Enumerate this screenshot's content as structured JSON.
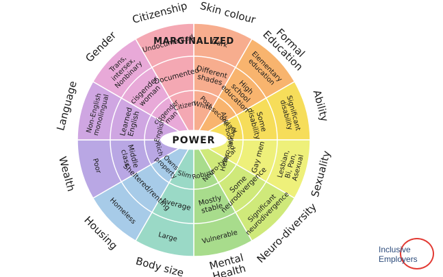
{
  "center": "POWER",
  "top_label": "MARGINALIZED",
  "categories": [
    "Citizenship",
    "Skin colour",
    "Formal Education",
    "Ability",
    "Sexuality",
    "Neuro-diversity",
    "Mental Health",
    "Body size",
    "Housing",
    "Wealth",
    "Language",
    "Gender"
  ],
  "sectors": [
    {
      "category": "Skin colour",
      "color": "#f7ad8e",
      "outer": "Dark",
      "middle": "Different shades",
      "inner": "White"
    },
    {
      "category": "Formal Education",
      "color": "#f8b46e",
      "outer": "Elementary education",
      "middle": "High school education",
      "inner": "Post-secondary"
    },
    {
      "category": "Ability",
      "color": "#f6dd5a",
      "outer": "Significant disability",
      "middle": "Some disability",
      "inner": "Able-bodied"
    },
    {
      "category": "Sexuality",
      "color": "#eef07a",
      "outer": "Lesbian, Bi, Pan, Asexual",
      "middle": "Gay men",
      "inner": "Hetero-sexual"
    },
    {
      "category": "Neuro-diversity",
      "color": "#cfe97a",
      "outer": "Significant neurodivergence",
      "middle": "Some neurodivergence",
      "inner": "Neuro-typical"
    },
    {
      "category": "Mental Health",
      "color": "#a8dc8c",
      "outer": "Vulnerable",
      "middle": "Mostly stable",
      "inner": "Robust"
    },
    {
      "category": "Body size",
      "color": "#9ad9c6",
      "outer": "Large",
      "middle": "Average",
      "inner": "Slim"
    },
    {
      "category": "Housing",
      "color": "#a7cbe8",
      "outer": "Homeless",
      "middle": "Sheltered/renting",
      "inner": "Owns property"
    },
    {
      "category": "Wealth",
      "color": "#b9a7e4",
      "outer": "Poor",
      "middle": "Middle class",
      "inner": "Rich"
    },
    {
      "category": "Language",
      "color": "#cfa6e2",
      "outer": "Non-English monolingual",
      "middle": "Learned English",
      "inner": "English"
    },
    {
      "category": "Gender",
      "color": "#e8a9d8",
      "outer": "Trans, intersex, Nonbinary",
      "middle": "cisgender woman",
      "inner": "cisgender man"
    },
    {
      "category": "Citizenship",
      "color": "#f4a8b3",
      "outer": "Undocumented",
      "middle": "Documented",
      "inner": "Citizen"
    }
  ],
  "logo": {
    "line1": "Inclusive",
    "line2": "Employers",
    "ring_color": "#e23a33"
  }
}
